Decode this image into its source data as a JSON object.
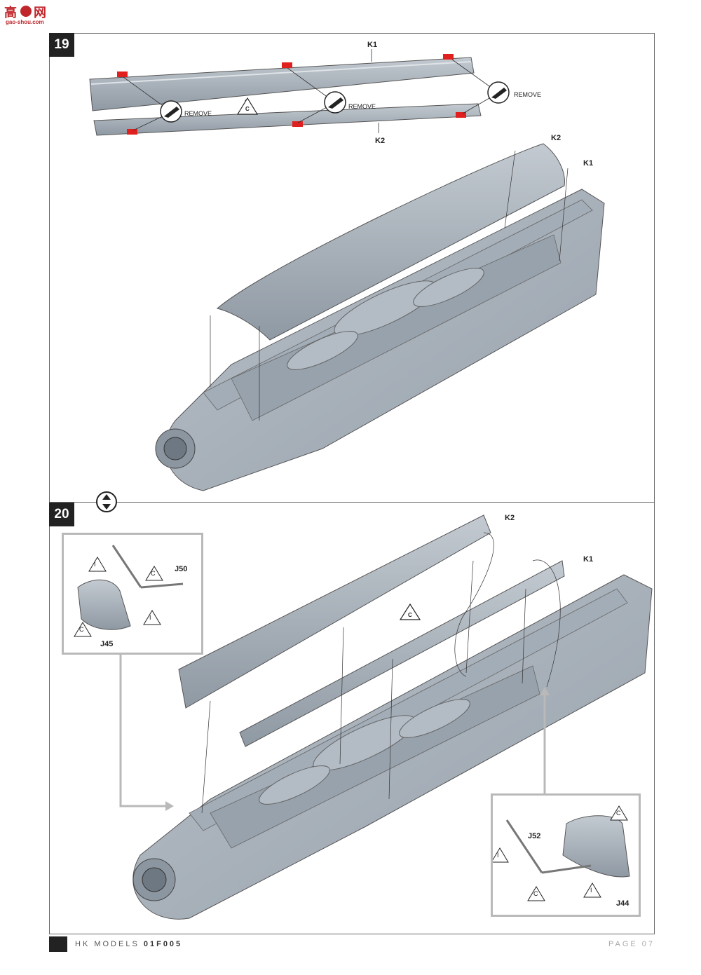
{
  "logo": {
    "text": "gao-shou.com"
  },
  "steps": [
    {
      "number": "19"
    },
    {
      "number": "20"
    }
  ],
  "step19": {
    "part_top": "K1",
    "part_bottom": "K2",
    "remove_1": "REMOVE",
    "remove_2": "REMOVE",
    "remove_3": "REMOVE",
    "tri_c": "C",
    "assembly_k2": "K2",
    "assembly_k1": "K1"
  },
  "step20": {
    "assembly_k2": "K2",
    "assembly_k1": "K1",
    "tri_c": "C",
    "inset_left": {
      "tri_i_1": "I",
      "tri_c_1": "C",
      "part_j50": "J50",
      "tri_c_2": "C",
      "tri_i_2": "I",
      "part_j45": "J45"
    },
    "inset_right": {
      "tri_c_1": "C",
      "part_j52": "J52",
      "tri_i_1": "I",
      "tri_c_2": "C",
      "tri_i_2": "I",
      "part_j44": "J44"
    }
  },
  "footer": {
    "brand": "HK MODELS",
    "code": "01F005",
    "page": "PAGE 07"
  },
  "colors": {
    "part_grey": "#a9b2bb",
    "highlight_red": "#e0201f",
    "frame": "#6a6a6a"
  }
}
